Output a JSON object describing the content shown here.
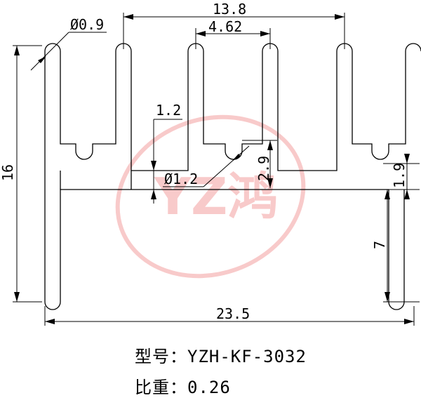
{
  "watermark": {
    "text": "YZ鸿",
    "color": "#f08a8a"
  },
  "dimensions": {
    "d_09": "Ø0.9",
    "w_138": "13.8",
    "w_462": "4.62",
    "h_12": "1.2",
    "d_12": "Ø1.2",
    "h_29": "2.9",
    "h_19": "1.9",
    "h_16": "16",
    "h_7": "7",
    "w_235": "23.5"
  },
  "info": {
    "model_label": "型号：",
    "model_value": "YZH-KF-3032",
    "weight_label": "比重：",
    "weight_value": "0.26"
  }
}
